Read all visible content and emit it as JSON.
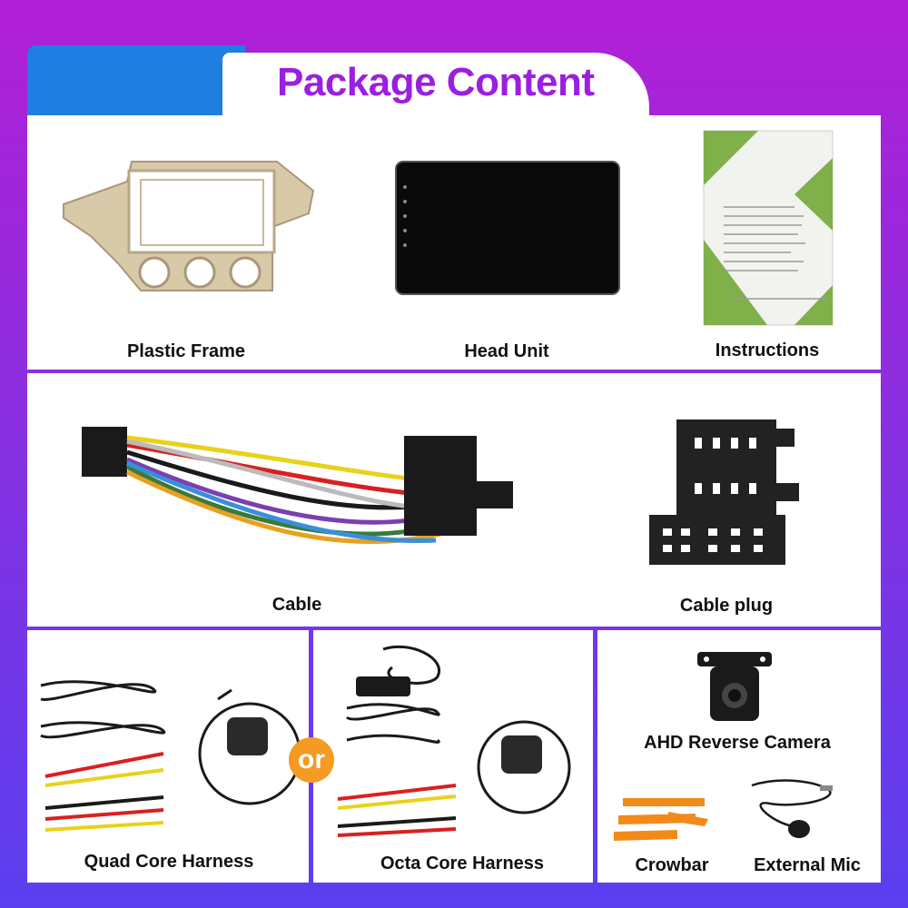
{
  "header": {
    "title": "Package Content"
  },
  "row1": {
    "items": [
      {
        "label": "Plastic Frame",
        "icon": "plastic-frame-image"
      },
      {
        "label": "Head Unit",
        "icon": "head-unit-image"
      },
      {
        "label": "Instructions",
        "icon": "instructions-booklet-image"
      }
    ]
  },
  "row2": {
    "items": [
      {
        "label": "Cable",
        "icon": "wiring-harness-image"
      },
      {
        "label": "Cable plug",
        "icon": "cable-plug-image"
      }
    ]
  },
  "row3": {
    "quad": {
      "label": "Quad Core Harness"
    },
    "or_label": "or",
    "octa": {
      "label": "Octa Core Harness"
    },
    "camera": {
      "label": "AHD Reverse Camera"
    },
    "crowbar": {
      "label": "Crowbar"
    },
    "mic": {
      "label": "External Mic"
    }
  },
  "colors": {
    "title": "#9b1fe0",
    "header_tab": "#1e7fe0",
    "or_badge": "#f59a23",
    "background": "#8b2fe0"
  }
}
